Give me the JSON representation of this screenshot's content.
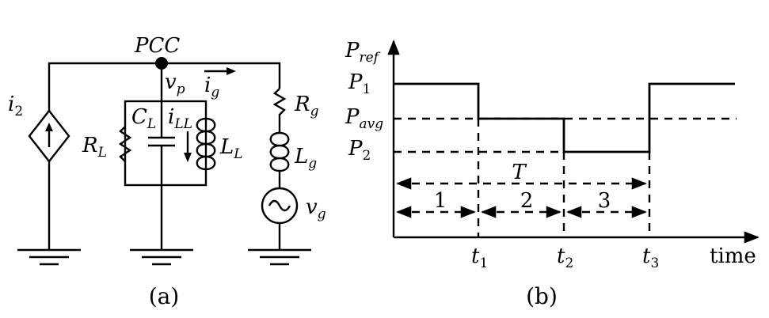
{
  "panel_a": {
    "caption": "(a)",
    "pcc": "PCC",
    "vp": {
      "base": "v",
      "sub": "p"
    },
    "ig": {
      "base": "i",
      "sub": "g"
    },
    "i2": {
      "base": "i",
      "sub": "2"
    },
    "CL": {
      "base": "C",
      "sub": "L"
    },
    "iLL": {
      "base": "i",
      "sub": "LL"
    },
    "RL": {
      "base": "R",
      "sub": "L"
    },
    "LL": {
      "base": "L",
      "sub": "L"
    },
    "Rg": {
      "base": "R",
      "sub": "g"
    },
    "Lg": {
      "base": "L",
      "sub": "g"
    },
    "vg": {
      "base": "v",
      "sub": "g"
    }
  },
  "panel_b": {
    "caption": "(b)",
    "y_axis": {
      "base": "P",
      "sub": "ref"
    },
    "x_axis": "time",
    "levels": [
      {
        "base": "P",
        "sub": "1"
      },
      {
        "base": "P",
        "sub": "avg"
      },
      {
        "base": "P",
        "sub": "2"
      }
    ],
    "period": "T",
    "intervals": [
      "1",
      "2",
      "3"
    ],
    "times": [
      {
        "base": "t",
        "sub": "1"
      },
      {
        "base": "t",
        "sub": "2"
      },
      {
        "base": "t",
        "sub": "3"
      }
    ]
  }
}
